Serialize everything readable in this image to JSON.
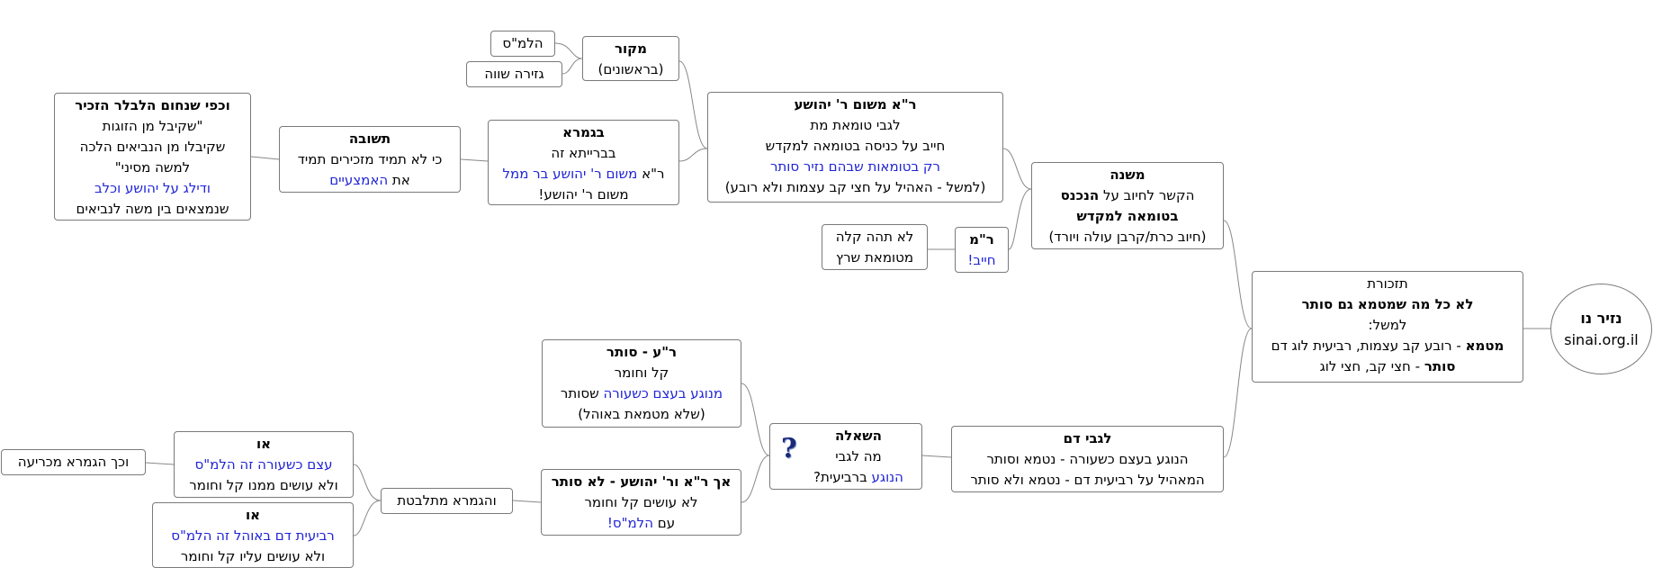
{
  "root": {
    "title": "נזיר נו",
    "site": "sinai.org.il"
  },
  "reminder": {
    "l1": "תזכורת",
    "l2": "לא כל מה שמטמא גם סותר",
    "l3": "למשל:",
    "l4_b": "מטמא",
    "l4_t": " - רובע קב עצמות, רביעית לוג דם",
    "l5_b": "סותר",
    "l5_t": "  - חצי קב, חצי לוג"
  },
  "mishna": {
    "l1": "משנה",
    "l2_t": "הקשר לחיוב על ",
    "l2_b": "הנכנס",
    "l3": "בטומאה למקדש",
    "l4": "(חיוב כרת/קרבן עולה ויורד)"
  },
  "rm": {
    "l1": "ר\"מ",
    "l2": "חייב!"
  },
  "rm_note": {
    "l1": "לא תהה קלה",
    "l2": "מטומאת שרץ"
  },
  "reshum": {
    "l1": "ר\"א משום ר' יהושע",
    "l2": "לגבי טומאת מת",
    "l3": "חייב על כניסה בטומאה למקדש",
    "l4": "רק בטומאות שבהם נזיר סותר",
    "l5": "(למשל - האהיל על חצי קב עצמות ולא רובע)"
  },
  "makor": {
    "l1": "מקור",
    "l2": "(בראשונים)"
  },
  "halmas1": {
    "l1": "הלמ\"ס"
  },
  "gezera": {
    "l1": "גזירה שווה"
  },
  "gemara": {
    "l1": "בגמרא",
    "l2": "בברייתא זה",
    "l3_t": "ר\"א ",
    "l3_blue": "משום ר' יהושע בר ממל",
    "l4": "משום ר' יהושע!"
  },
  "teshuva": {
    "l1": "תשובה",
    "l2": "כי לא תמיד מזכירים תמיד",
    "l3_t": "את ",
    "l3_blue": "האמצעיים"
  },
  "kefi": {
    "l1": "וכפי שנחום הלבלר הזכיר",
    "l2": "\"שקיבל מן הזוגות",
    "l3": "שקיבלו מן הנביאים הלכה",
    "l4": "למשה מסיני\"",
    "l5": "ודילג על יהושע וכלב",
    "l6": "שנמצאים בין משה  לנביאים"
  },
  "dam": {
    "l1": "לגבי דם",
    "l2": "הנוגע בעצם כשעורה - נטמא וסותר",
    "l3": "המאהיל על רביעית דם - נטמא ולא סותר"
  },
  "question": {
    "l1": "השאלה",
    "l2": "מה לגבי",
    "l3_blue": "הנוגע",
    "l3_t": "  ברביעית?"
  },
  "rabiakiva": {
    "l1": "ר\"ע - סותר",
    "l2": "קל וחומר",
    "l3_blue": "מנוגע בעצם כשעורה",
    "l3_t": "  שסותר",
    "l4": "(שלא מטמאת באוהל)"
  },
  "ach": {
    "l1": "אך ר\"א ור' יהושע - לא סותר",
    "l2": "לא עושים קל וחומר",
    "l3_t": "עם  ",
    "l3_blue": "הלמ\"ס!"
  },
  "mitlabetet": {
    "l1": "והגמרא מתלבטת"
  },
  "o1": {
    "l1": "או",
    "l2": "עצם כשעורה זה הלמ\"ס",
    "l3": "ולא עושים ממנו קל וחומר"
  },
  "o2": {
    "l1": "או",
    "l2": "רביעית דם באוהל  זה הלמ\"ס",
    "l3": "ולא עושים עליו קל וחומר"
  },
  "machria": {
    "l1": "וכך הגמרא מכריעה"
  }
}
